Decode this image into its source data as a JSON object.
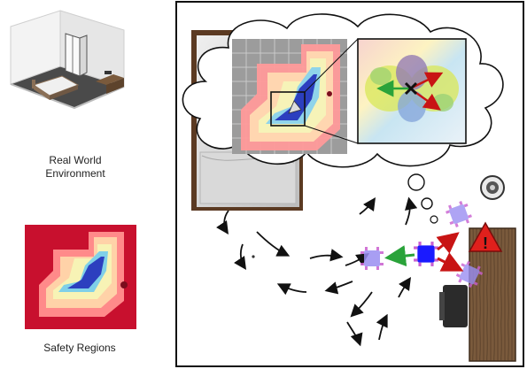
{
  "left_panel": {
    "environment_caption_line1": "Real World",
    "environment_caption_line2": "Environment",
    "safety_caption": "Safety Regions"
  },
  "main_panel": {
    "warning_symbol": "!"
  },
  "colors": {
    "safety_outer": "#c8102e",
    "safety_far": "#ff8a8a",
    "safety_mid": "#ffd2a8",
    "safety_near": "#f7f3b5",
    "safety_core": "#2c3fbf",
    "robot_current": "#1a1aff",
    "robot_ghost": "#9a8ef2",
    "arrow_chosen": "#2aa33a",
    "arrow_rejected": "#c81414",
    "warning_red": "#e0201c",
    "table_wood": "#7a5a3c"
  },
  "icons": [
    "room-3d-icon",
    "safety-map-icon",
    "thought-cloud-icon",
    "robot-icon",
    "warning-triangle-icon",
    "trash-bin-icon",
    "bed-icon",
    "desk-icon",
    "chair-icon"
  ]
}
